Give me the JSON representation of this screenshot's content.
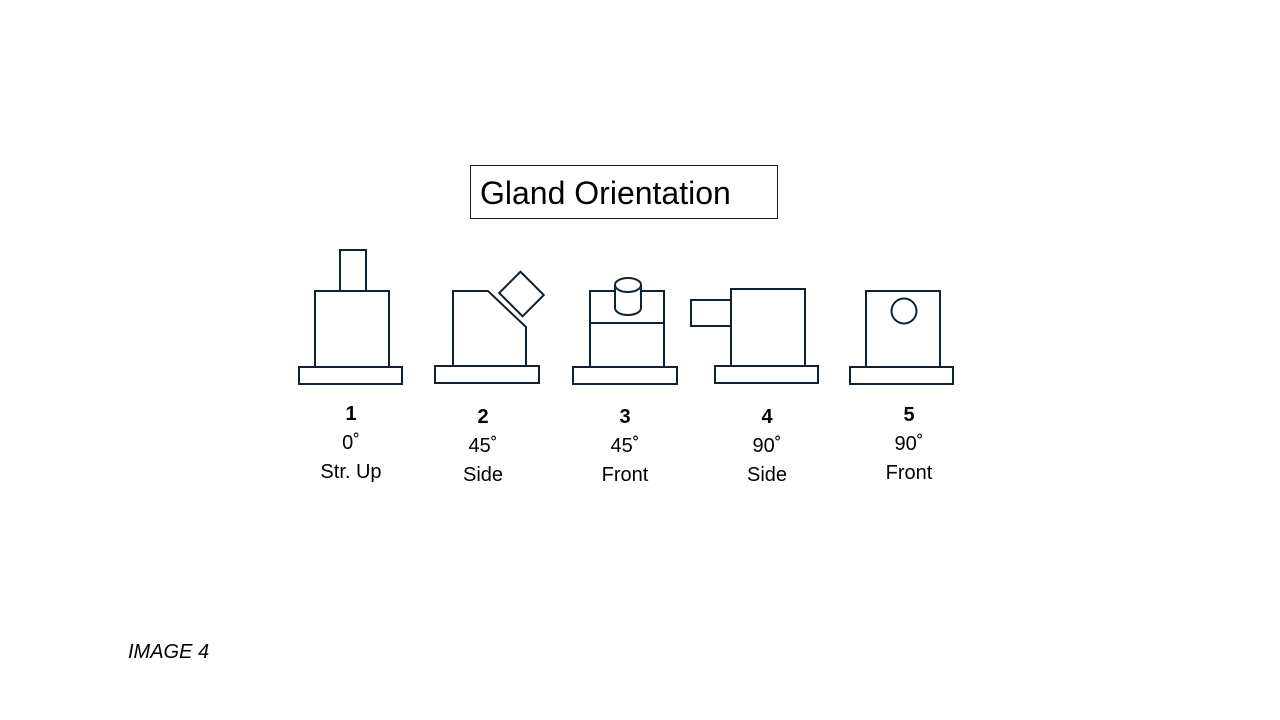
{
  "title": "Gland Orientation",
  "stroke_color": "#0d2333",
  "orientations": [
    {
      "number": "1",
      "angle": "0˚",
      "label": "Str. Up"
    },
    {
      "number": "2",
      "angle": "45˚",
      "label": "Side"
    },
    {
      "number": "3",
      "angle": "45˚",
      "label": "Front"
    },
    {
      "number": "4",
      "angle": "90˚",
      "label": "Side"
    },
    {
      "number": "5",
      "angle": "90˚",
      "label": "Front"
    }
  ],
  "image_label": "IMAGE 4"
}
